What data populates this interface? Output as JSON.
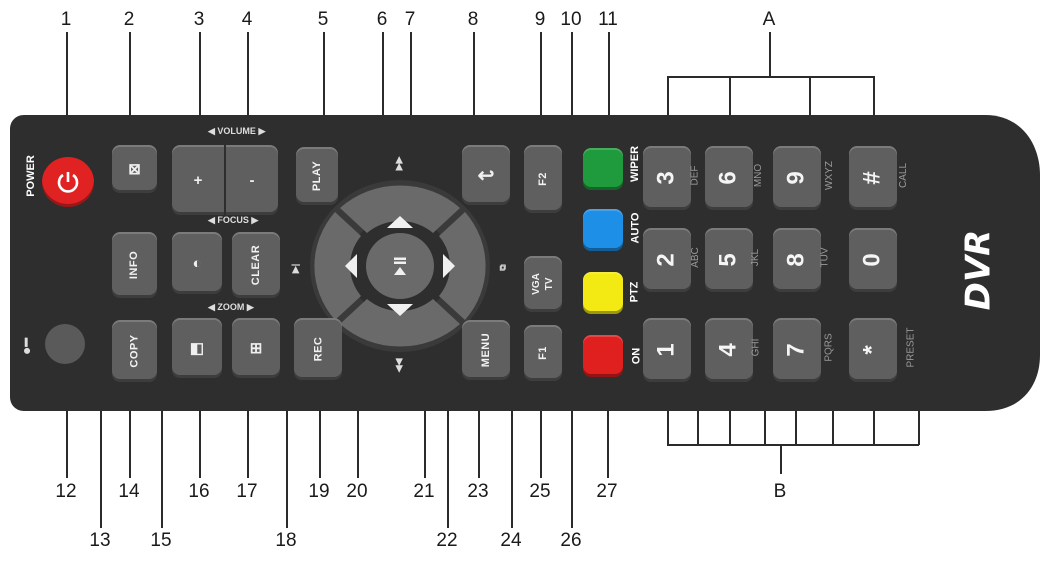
{
  "callouts_top": [
    "1",
    "2",
    "3",
    "4",
    "5",
    "6",
    "7",
    "8",
    "9",
    "10",
    "11",
    "A"
  ],
  "callouts_bottom": [
    "12",
    "14",
    "16",
    "17",
    "19",
    "20",
    "21",
    "23",
    "25",
    "27",
    "B"
  ],
  "callouts_lower": [
    "13",
    "15",
    "18",
    "22",
    "24",
    "26"
  ],
  "remote": {
    "brand": "DVR",
    "power_label": "POWER",
    "buttons": {
      "play": "PLAY",
      "info": "INFO",
      "clear": "CLEAR",
      "copy": "COPY",
      "rec": "REC",
      "menu": "MENU",
      "f1": "F1",
      "f2": "F2",
      "vga": "VGA",
      "tv": "TV",
      "plus": "+",
      "minus": "-"
    },
    "volume_label": "VOLUME",
    "focus_label": "FOCUS",
    "zoom_label": "ZOOM",
    "colored": {
      "wiper": "WIPER",
      "auto": "AUTO",
      "ptz": "PTZ",
      "on": "ON"
    },
    "keypad": [
      {
        "digit": "3",
        "sub": "DEF"
      },
      {
        "digit": "6",
        "sub": "MNO"
      },
      {
        "digit": "9",
        "sub": "WXYZ"
      },
      {
        "digit": "#",
        "sub": "CALL"
      },
      {
        "digit": "2",
        "sub": "ABC"
      },
      {
        "digit": "5",
        "sub": "JKL"
      },
      {
        "digit": "8",
        "sub": "TUV"
      },
      {
        "digit": "0",
        "sub": ""
      },
      {
        "digit": "1",
        "sub": ""
      },
      {
        "digit": "4",
        "sub": "GHI"
      },
      {
        "digit": "7",
        "sub": "PQRS"
      },
      {
        "digit": "*",
        "sub": "PRESET"
      }
    ]
  },
  "colors": {
    "body": "#2e2e2e",
    "button": "#5f5f5f",
    "power": "#e02222",
    "green": "#1f9a3c",
    "blue": "#1e8fe6",
    "yellow": "#f2ea12",
    "red": "#e01f1f"
  }
}
